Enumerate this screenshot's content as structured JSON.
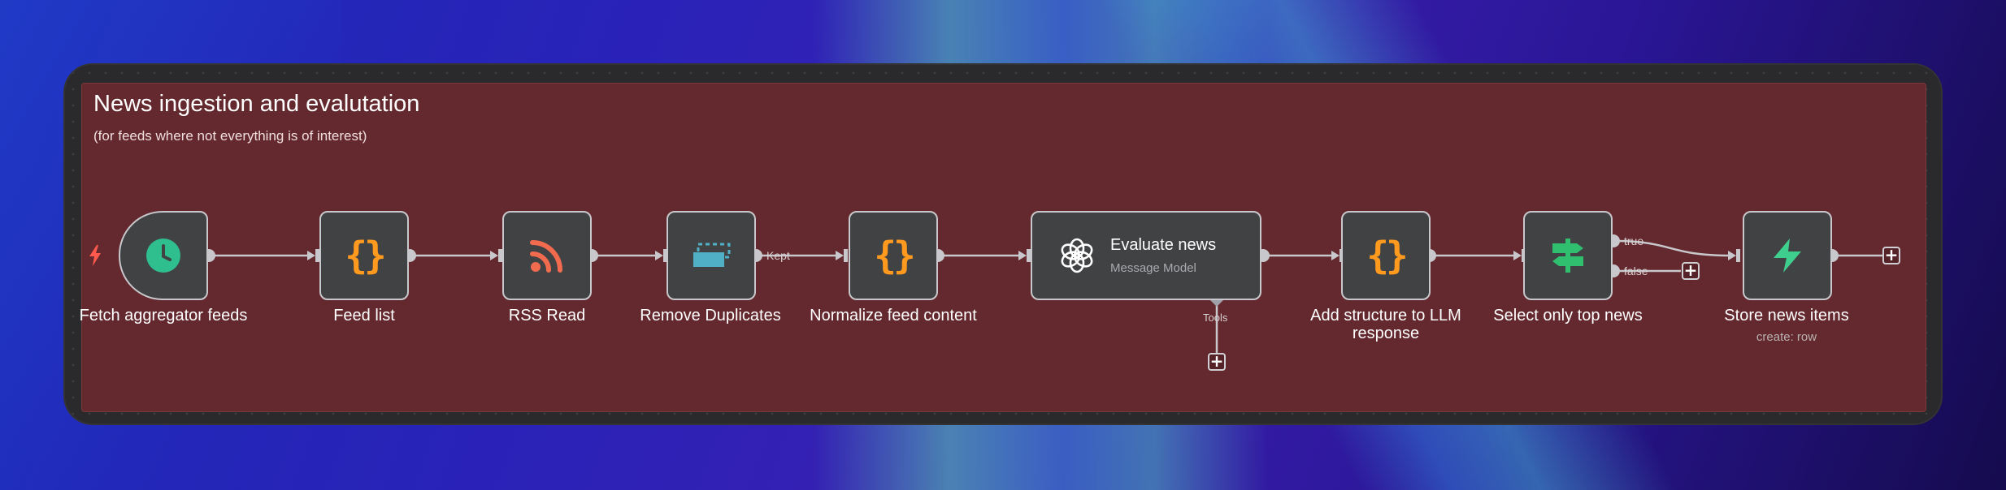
{
  "sticky": {
    "title": "News ingestion and evalutation",
    "subtitle": "(for feeds where not everything is of interest)"
  },
  "nodes": {
    "fetch": {
      "label": "Fetch aggregator feeds",
      "icon": "clock-icon"
    },
    "feed_list": {
      "label": "Feed list",
      "icon": "code-braces-icon"
    },
    "rss_read": {
      "label": "RSS Read",
      "icon": "rss-icon"
    },
    "remove_duplicates": {
      "label": "Remove Duplicates",
      "icon": "dedupe-icon"
    },
    "normalize": {
      "label": "Normalize feed content",
      "icon": "code-braces-icon"
    },
    "evaluate": {
      "title": "Evaluate news",
      "subtitle": "Message Model",
      "icon": "openai-icon"
    },
    "add_structure": {
      "label_line1": "Add structure to LLM",
      "label_line2": "response",
      "icon": "code-braces-icon"
    },
    "select_top": {
      "label": "Select only top news",
      "icon": "signpost-icon"
    },
    "store": {
      "label": "Store news items",
      "sublabel": "create: row",
      "icon": "bolt-icon"
    }
  },
  "edges": {
    "kept": "Kept",
    "true": "true",
    "false": "false",
    "tools": "Tools"
  },
  "glyphs": {
    "braces": "{}",
    "plus": "+"
  },
  "colors": {
    "sticky_bg": "#64292e",
    "node_bg": "#414244",
    "brace": "#ff9a1f",
    "clock": "#2fbf8f",
    "rss": "#f26b4f",
    "dedupe": "#4fb0c6",
    "signpost": "#2fbf6f",
    "bolt": "#3ecf8e",
    "trigger_bolt": "#ff5a4e"
  }
}
